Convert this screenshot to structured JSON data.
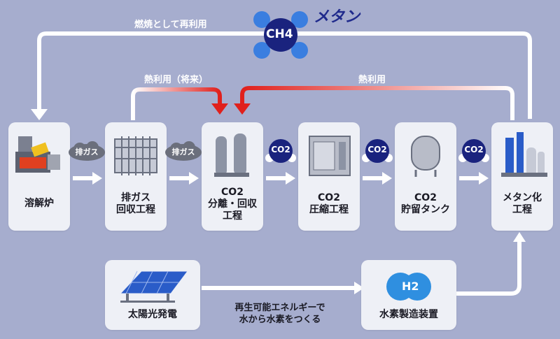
{
  "methane": {
    "molecule": "CH4",
    "name": "メタン"
  },
  "arrows": {
    "recycle_combustion": "燃焼として再利用",
    "heat_future": "熱利用（将来）",
    "heat_use": "熱利用"
  },
  "tags": {
    "exhaust": "排ガス",
    "co2": "CO2"
  },
  "steps": [
    {
      "id": "melting-furnace",
      "lines": [
        "溶解炉"
      ]
    },
    {
      "id": "exhaust-recovery",
      "lines": [
        "排ガス",
        "回収工程"
      ]
    },
    {
      "id": "co2-separation",
      "lines": [
        "CO2",
        "分離・回収",
        "工程"
      ]
    },
    {
      "id": "co2-compression",
      "lines": [
        "CO2",
        "圧縮工程"
      ]
    },
    {
      "id": "co2-storage",
      "lines": [
        "CO2",
        "貯留タンク"
      ]
    },
    {
      "id": "methanation",
      "lines": [
        "メタン化",
        "工程"
      ]
    }
  ],
  "bottom": {
    "solar": "太陽光発電",
    "hydrogen_device": "水素製造装置",
    "h2": "H2",
    "note_lines": [
      "再生可能エネルギーで",
      "水から水素をつくる"
    ]
  },
  "colors": {
    "background": "#a6adce",
    "box": "#eef0f6",
    "accent_red": "#e0201c",
    "navy": "#1f2a8c",
    "arrow": "#ffffff"
  }
}
